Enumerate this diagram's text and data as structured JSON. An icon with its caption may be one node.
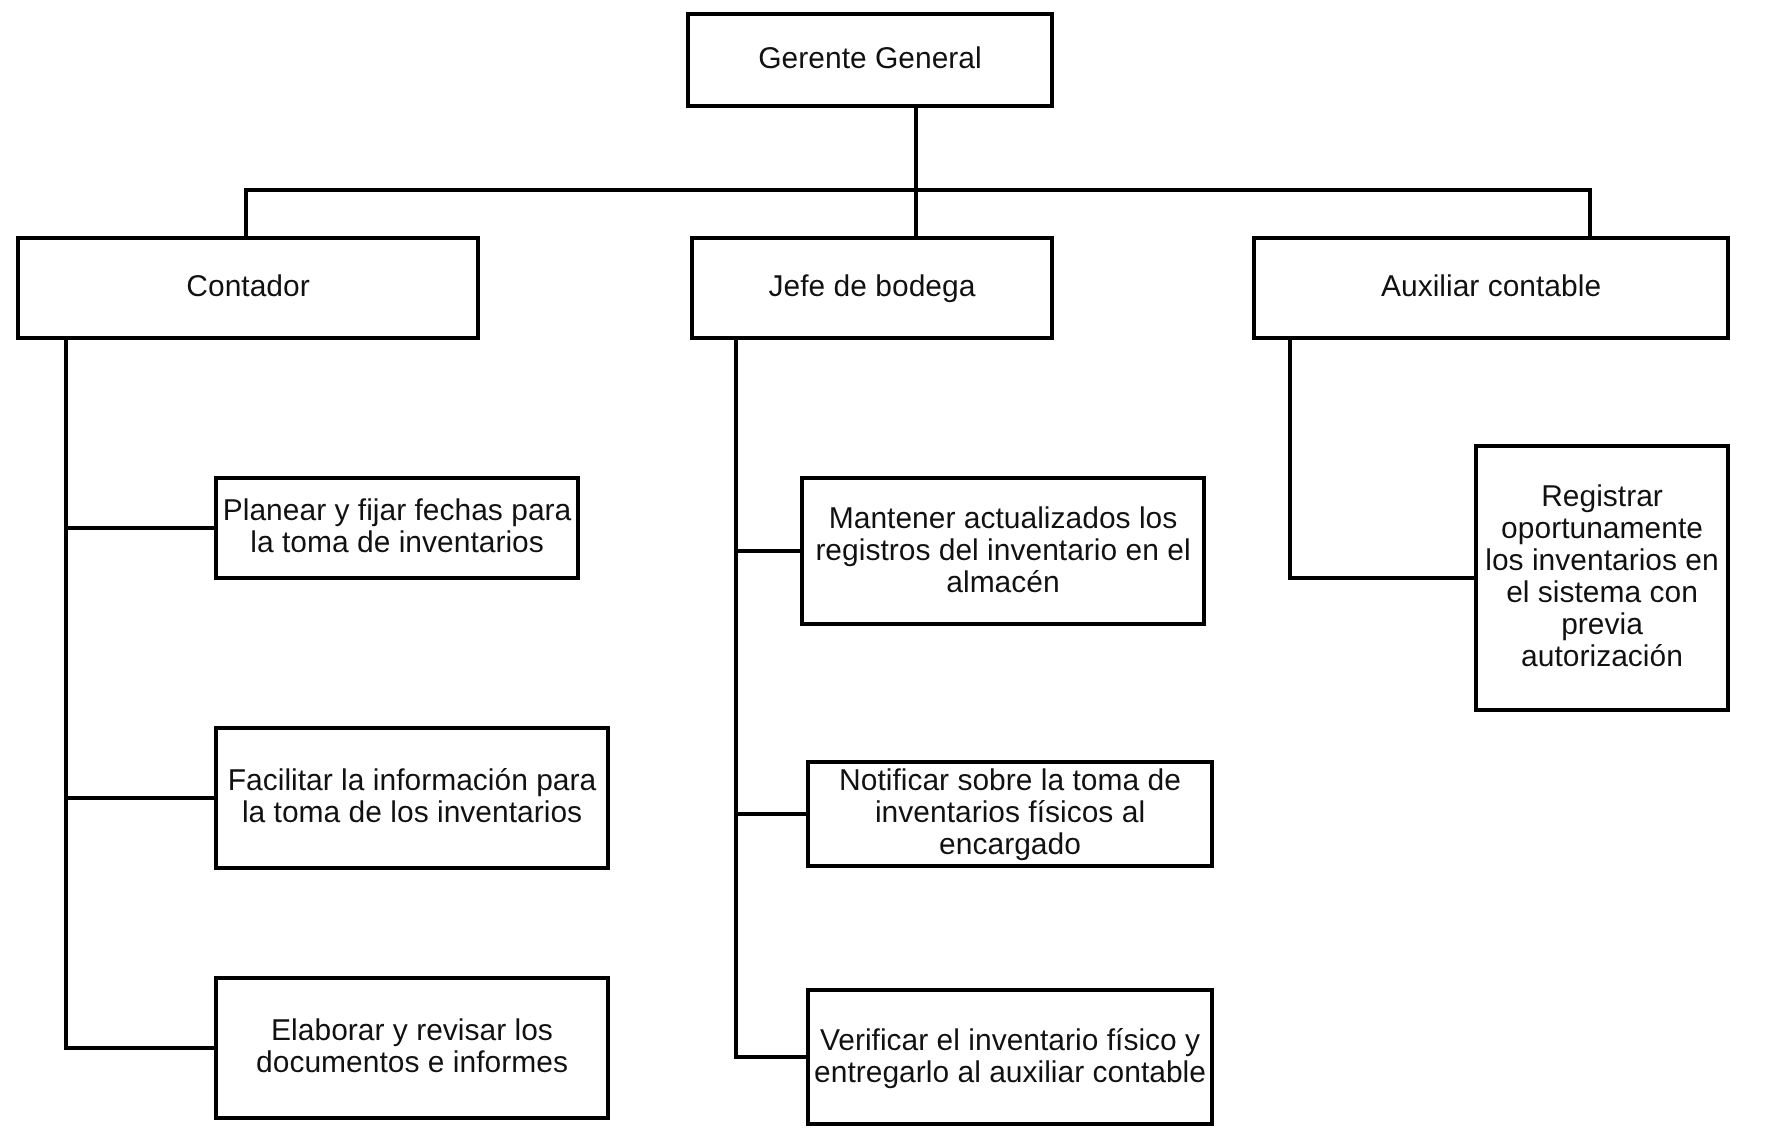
{
  "diagram": {
    "nodes": [
      {
        "text": [
          "Gerente General"
        ]
      },
      {
        "text": [
          "Contador"
        ]
      },
      {
        "text": [
          "Jefe de bodega"
        ]
      },
      {
        "text": [
          "Auxiliar contable"
        ]
      },
      {
        "text": [
          "Planear y fijar fechas para la toma de inventarios"
        ]
      },
      {
        "text": [
          "Facilitar la información para la toma de los inventarios"
        ]
      },
      {
        "text": [
          "Elaborar y revisar los documentos e informes"
        ]
      },
      {
        "text": [
          "Mantener actualizados los registros del inventario en el almacén"
        ]
      },
      {
        "text": [
          "Notificar sobre la toma de inventarios físicos al encargado"
        ]
      },
      {
        "text": [
          "Verificar el inventario físico y entregarlo al auxiliar contable"
        ]
      },
      {
        "text": [
          "Registrar oportunamente los inventarios en el sistema con previa autorización"
        ]
      }
    ],
    "edges": [
      {
        "from": 0,
        "to": 1,
        "arrow": "none"
      },
      {
        "from": 0,
        "to": 2,
        "arrow": "none"
      },
      {
        "from": 0,
        "to": 3,
        "arrow": "none"
      },
      {
        "from": 1,
        "to": 4,
        "arrow": "none"
      },
      {
        "from": 1,
        "to": 5,
        "arrow": "none"
      },
      {
        "from": 1,
        "to": 6,
        "arrow": "none"
      },
      {
        "from": 2,
        "to": 7,
        "arrow": "none"
      },
      {
        "from": 2,
        "to": 8,
        "arrow": "none"
      },
      {
        "from": 2,
        "to": 9,
        "arrow": "none"
      },
      {
        "from": 3,
        "to": 10,
        "arrow": "none"
      }
    ]
  }
}
